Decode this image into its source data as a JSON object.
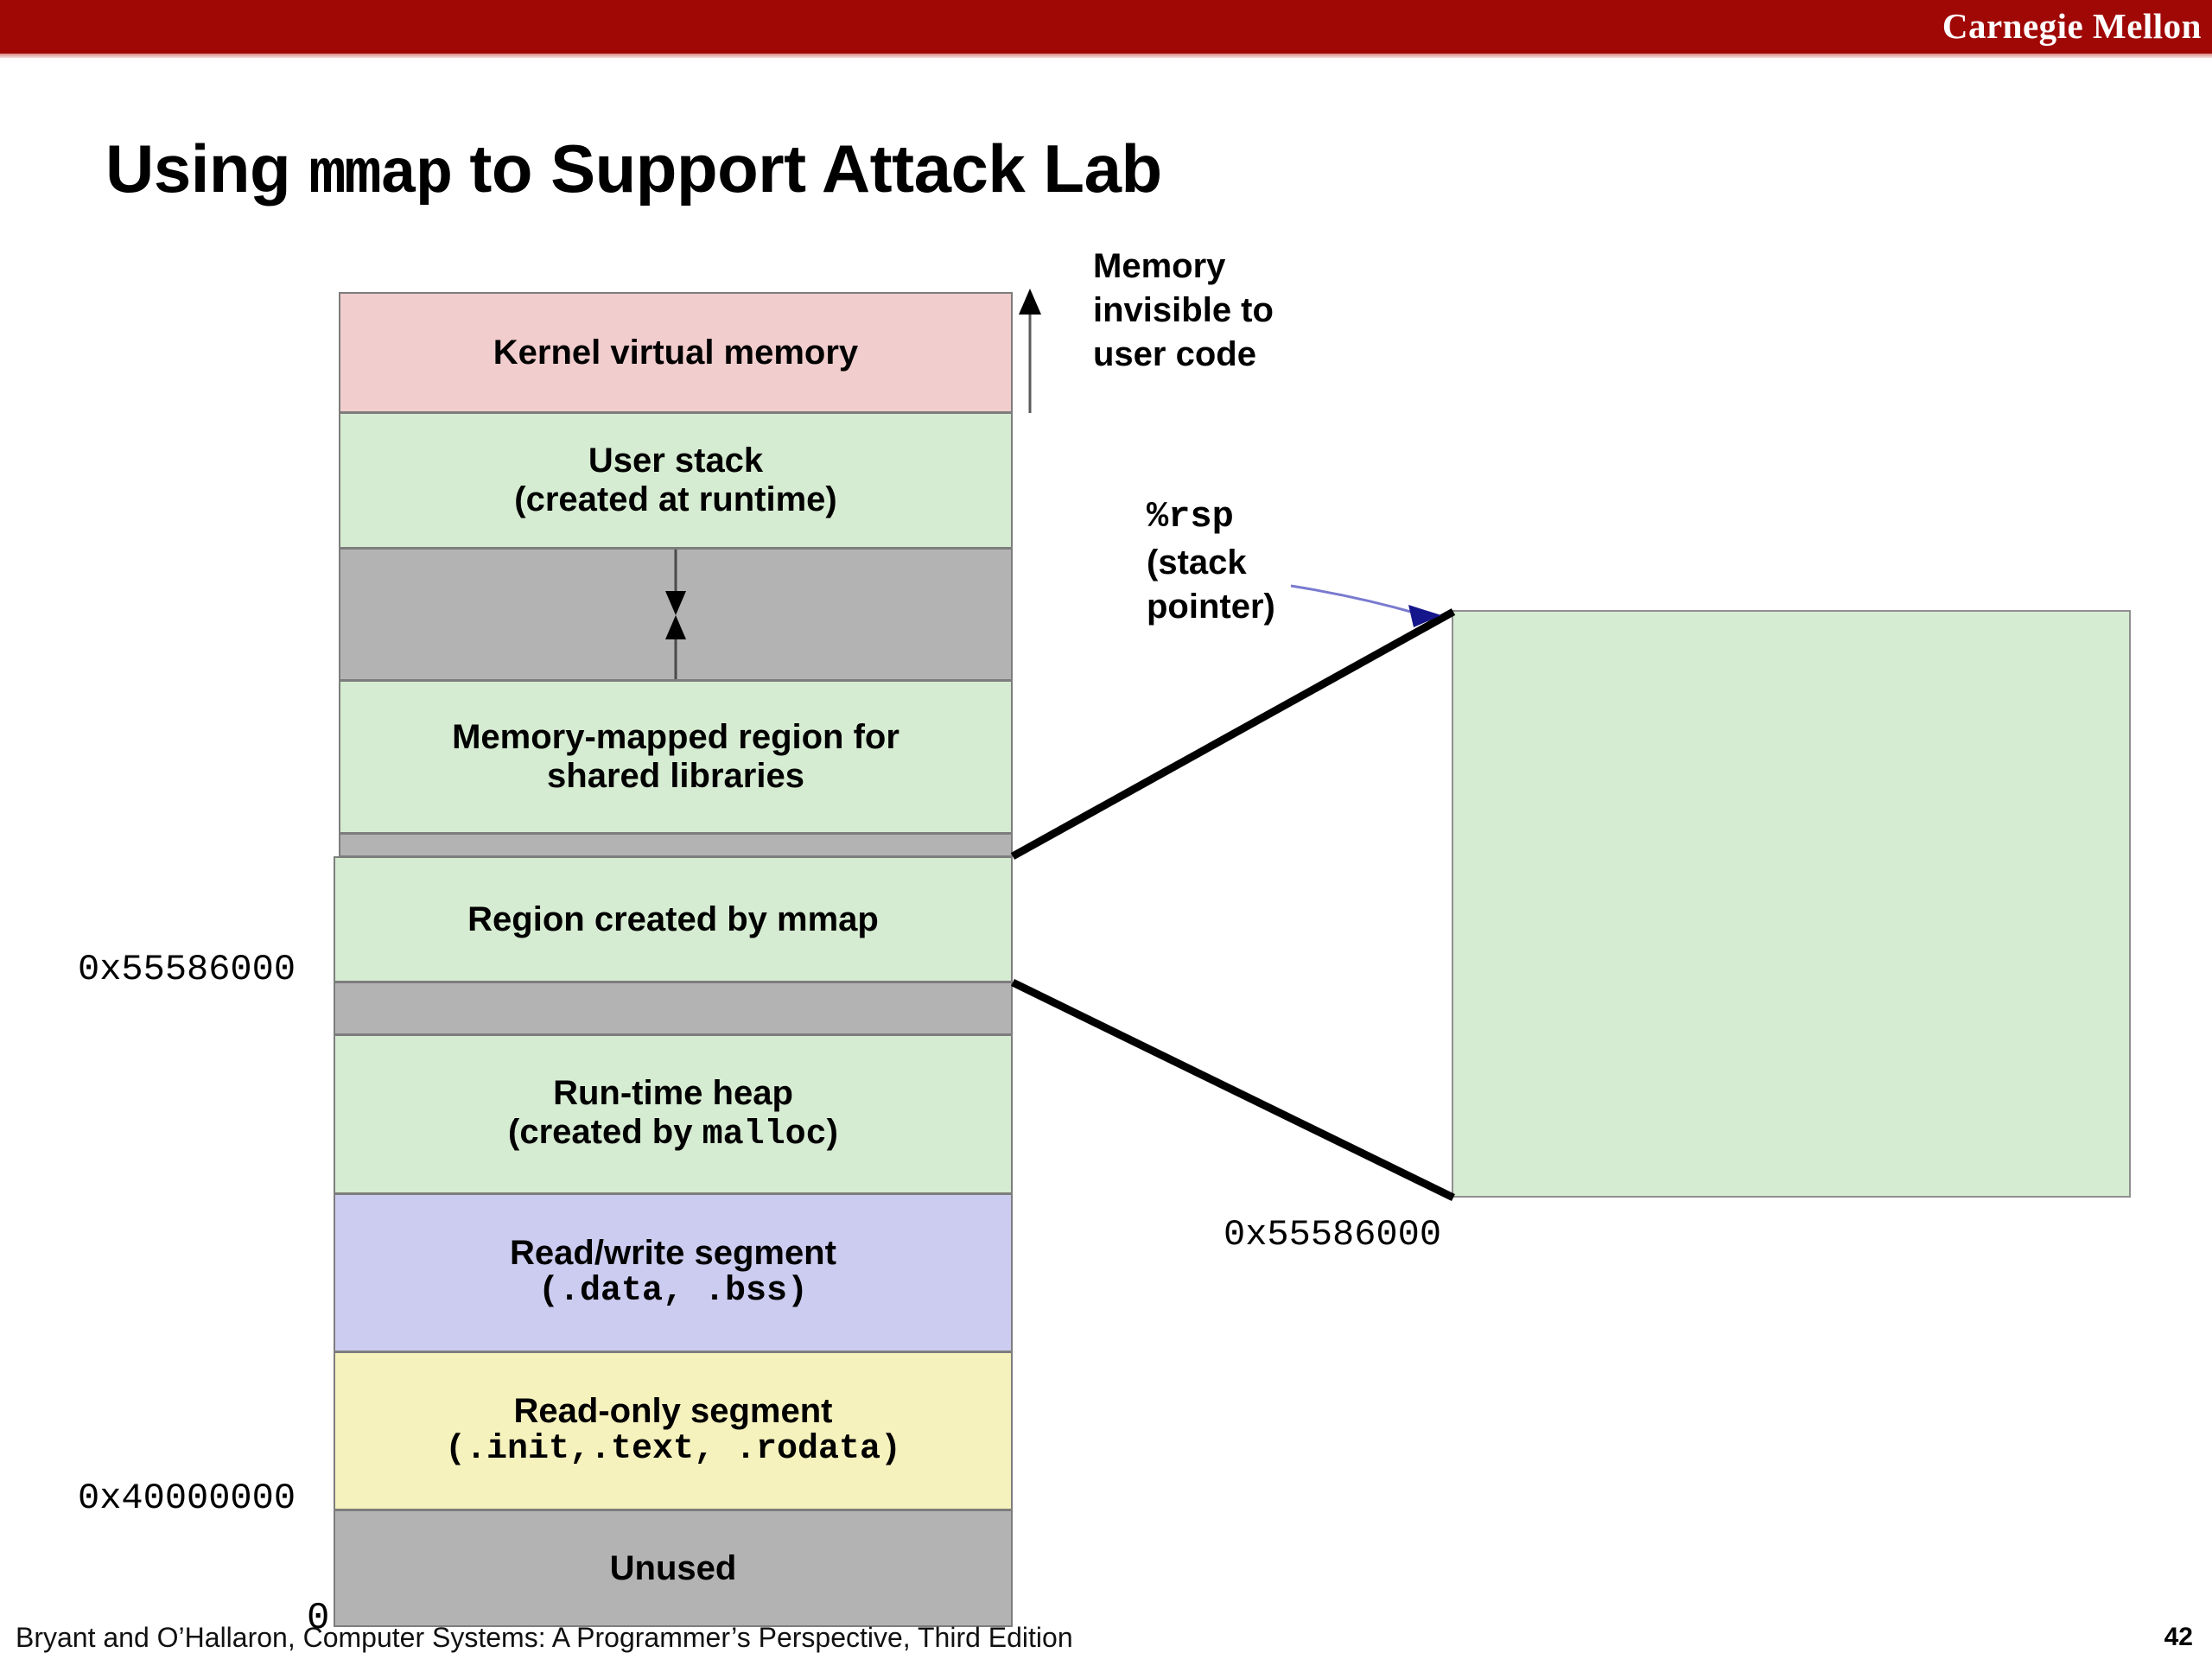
{
  "banner": {
    "logo_text": "Carnegie Mellon",
    "color": "#a00806"
  },
  "title": {
    "prefix": "Using ",
    "mono": "mmap",
    "suffix": " to Support Attack Lab"
  },
  "memory_map": {
    "blocks": [
      {
        "id": "kernel-virtual-memory",
        "line1": "Kernel virtual memory",
        "line2": "",
        "color": "#f2cdcd"
      },
      {
        "id": "user-stack",
        "line1": "User stack",
        "line2": "(created at runtime)",
        "color": "#d6ecd2"
      },
      {
        "id": "stack-heap-gap",
        "line1": "",
        "line2": "",
        "color": "#b3b3b3"
      },
      {
        "id": "shared-libraries",
        "line1": "Memory-mapped region for",
        "line2": "shared libraries",
        "color": "#d6ecd2"
      },
      {
        "id": "gap-above-mmap",
        "line1": "",
        "line2": "",
        "color": "#b3b3b3"
      },
      {
        "id": "mmap-region",
        "line1": "Region created by mmap",
        "line2": "",
        "color": "#d6ecd2"
      },
      {
        "id": "gap-below-mmap",
        "line1": "",
        "line2": "",
        "color": "#b3b3b3"
      },
      {
        "id": "runtime-heap",
        "line1": "Run-time heap",
        "line2a": "(created by ",
        "line2mono": "malloc",
        "line2b": ")",
        "color": "#d6ecd2"
      },
      {
        "id": "read-write-segment",
        "line1": "Read/write segment",
        "line2mono": "(.data, .bss)",
        "color": "#ccccf0"
      },
      {
        "id": "read-only-segment",
        "line1": "Read-only segment",
        "line2mono": "(.init,.text, .rodata)",
        "color": "#f6f2bd"
      },
      {
        "id": "unused",
        "line1": "Unused",
        "line2": "",
        "color": "#b3b3b3"
      }
    ],
    "address_labels": [
      {
        "id": "addr-55586000",
        "text": "0x55586000"
      },
      {
        "id": "addr-40000000",
        "text": "0x40000000"
      },
      {
        "id": "addr-zero",
        "text": "0"
      }
    ]
  },
  "annotations": {
    "invisible_memory": {
      "line1": "Memory",
      "line2": "invisible to",
      "line3": "user code"
    },
    "rsp": {
      "mono": "%rsp",
      "line2": "(stack",
      "line3": "pointer)"
    },
    "callout_address": "0x55586000"
  },
  "callout": {
    "fill_color": "#d6ecd2",
    "border_color": "#8f8f8f"
  },
  "footer": {
    "text": "Bryant and O’Hallaron, Computer Systems: A Programmer’s Perspective, Third Edition",
    "page": "42"
  }
}
